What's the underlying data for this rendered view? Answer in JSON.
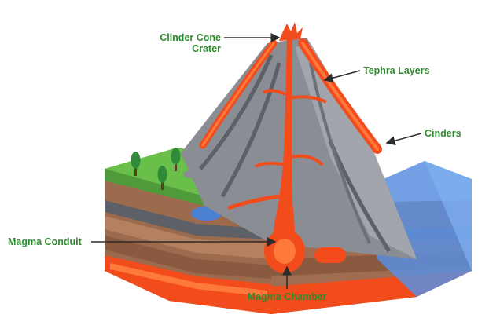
{
  "labels": {
    "cinder_cone_crater_line1": "Clinder Cone",
    "cinder_cone_crater_line2": "Crater",
    "tephra_layers": "Tephra Layers",
    "cinders": "Cinders",
    "magma_conduit": "Magma Conduit",
    "magma_chamber": "Magma Chamber"
  },
  "colors": {
    "label_text": "#2e8b2e",
    "lava": "#f24b1c",
    "lava_light": "#ff7a3a",
    "rock_gray": "#8a8d93",
    "rock_dark": "#5d6066",
    "soil_brown": "#9c6b4e",
    "grass": "#6abf4b",
    "water": "#4a7fd1"
  },
  "icons": [
    "tree-icon",
    "steam-icon",
    "rock-icon",
    "arrow-icon"
  ]
}
